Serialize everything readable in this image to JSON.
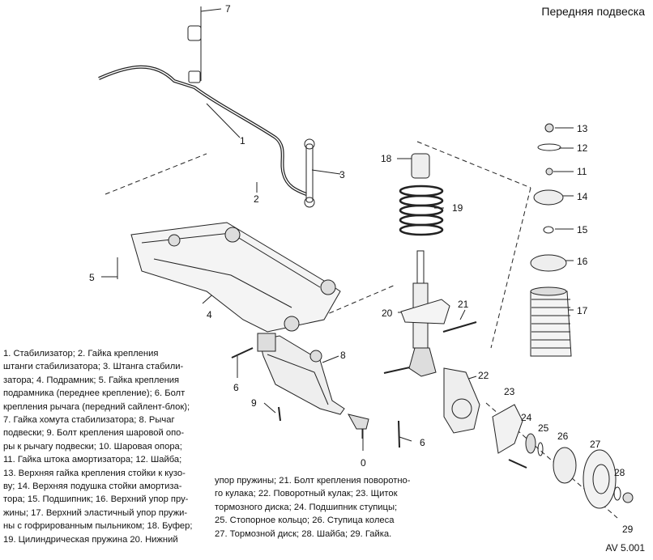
{
  "title": "Передняя подвеска",
  "figure_code": "AV 5.001",
  "legend_left_lines": [
    "1. Стабилизатор;   2. Гайка крепления",
    "штанги стабилизатора;  3. Штанга стабили-",
    "затора; 4. Подрамник; 5. Гайка крепления",
    "подрамника (переднее крепление); 6. Болт",
    "крепления рычага (передний сайлент-блок);",
    "7.  Гайка хомута стабилизатора; 8. Рычаг",
    "подвески; 9. Болт крепления шаровой опо-",
    "ры к рычагу подвески; 10. Шаровая опора;",
    "11. Гайка штока амортизатора; 12. Шайба;",
    "13. Верхняя гайка крепления  стойки к кузо-",
    "ву; 14. Верхняя подушка стойки амортиза-",
    "тора; 15. Подшипник; 16. Верхний упор пру-",
    "жины; 17. Верхний эластичный упор пружи-",
    "ны с гофрированным пыльником; 18. Буфер;",
    "19. Цилиндрическая  пружина  20. Нижний"
  ],
  "legend_right_lines": [
    "упор пружины; 21. Болт крепления поворотно-",
    "го кулака;  22. Поворотный кулак; 23. Щиток",
    "тормозного диска; 24. Подшипник ступицы;",
    "25. Стопорное  кольцо; 26. Ступица колеса",
    "27. Тормозной диск; 28. Шайба; 29. Гайка."
  ],
  "callouts": [
    "7",
    "1",
    "3",
    "2",
    "5",
    "4",
    "6",
    "9",
    "8",
    "0",
    "6",
    "18",
    "19",
    "20",
    "21",
    "22",
    "13",
    "12",
    "11",
    "14",
    "15",
    "16",
    "17",
    "23",
    "24",
    "25",
    "26",
    "27",
    "28",
    "29"
  ]
}
